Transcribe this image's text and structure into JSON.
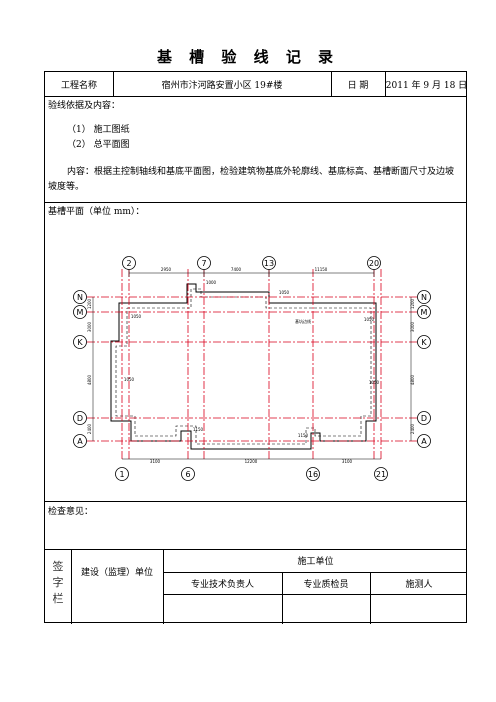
{
  "title": "基 槽 验 线 记 录",
  "header": {
    "project_label": "工程名称",
    "project_value": "宿州市汴河路安置小区 19#楼",
    "date_label": "日  期",
    "date_value": "2011 年 9 月 18 日"
  },
  "basis": {
    "heading": "验线依据及内容：",
    "items": [
      "（1）  施工图纸",
      "（2）  总平面图"
    ],
    "content": "内容：根据主控制轴线和基底平面图，检验建筑物基底外轮廓线、基底标高、基槽断面尺寸及边坡坡度等。"
  },
  "plan": {
    "heading": "基槽平面（单位 mm）：",
    "top_axes": [
      "2",
      "7",
      "13",
      "20"
    ],
    "bottom_axes": [
      "1",
      "6",
      "16",
      "21"
    ],
    "side_axes_left": [
      "N",
      "M",
      "K",
      "D",
      "A"
    ],
    "side_axes_right": [
      "N",
      "M",
      "K",
      "D",
      "A"
    ],
    "top_dims": [
      "2950",
      "7400",
      "11150"
    ],
    "bottom_dims": [
      "3100",
      "12200",
      "3100"
    ],
    "left_dims": [
      "1200",
      "3000",
      "4800",
      "2400"
    ],
    "right_dims": [
      "1200",
      "3000",
      "4800",
      "2400"
    ],
    "inner_labels": [
      "1050",
      "1000",
      "1050",
      "1050",
      "1050",
      "1150",
      "1150",
      "基坑边线",
      "1050"
    ]
  },
  "opinion": {
    "heading": "检查意见："
  },
  "signature": {
    "side_label": "签\n字\n栏",
    "owner_label": "建设（监理）单位",
    "contractor_label": "施工单位",
    "roles": [
      "专业技术负责人",
      "专业质检员",
      "施测人"
    ]
  },
  "colors": {
    "axis_line": "#d9001b",
    "ink": "#000000"
  }
}
